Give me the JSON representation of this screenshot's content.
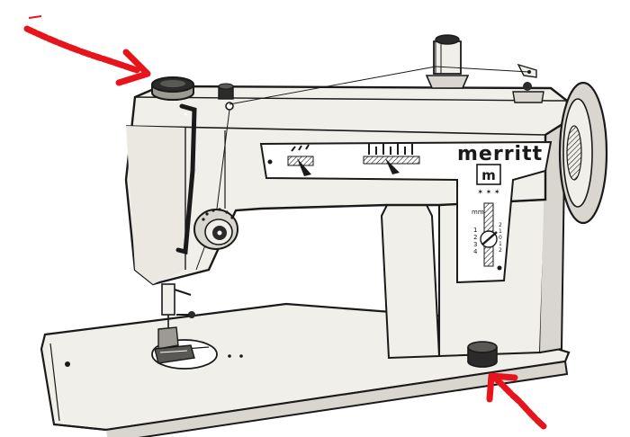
{
  "brand": {
    "name": "merritt",
    "badge": "m",
    "badge_sub": "✶ ✶ ✶"
  },
  "scale": {
    "unit": "mm",
    "left_ticks": [
      "1",
      "2",
      "3",
      "4"
    ],
    "right_ticks": [
      "2",
      "1",
      "0",
      "1",
      "2"
    ]
  },
  "colors": {
    "ink": "#1a1a1a",
    "paper": "#ffffff",
    "body_fill": "#f1efe9",
    "shade": "#d9d6cf",
    "arrow": "#e8141c"
  },
  "annotations": [
    {
      "name": "top-knob-arrow",
      "target": "top-knob"
    },
    {
      "name": "base-knob-arrow",
      "target": "base-knob"
    }
  ]
}
